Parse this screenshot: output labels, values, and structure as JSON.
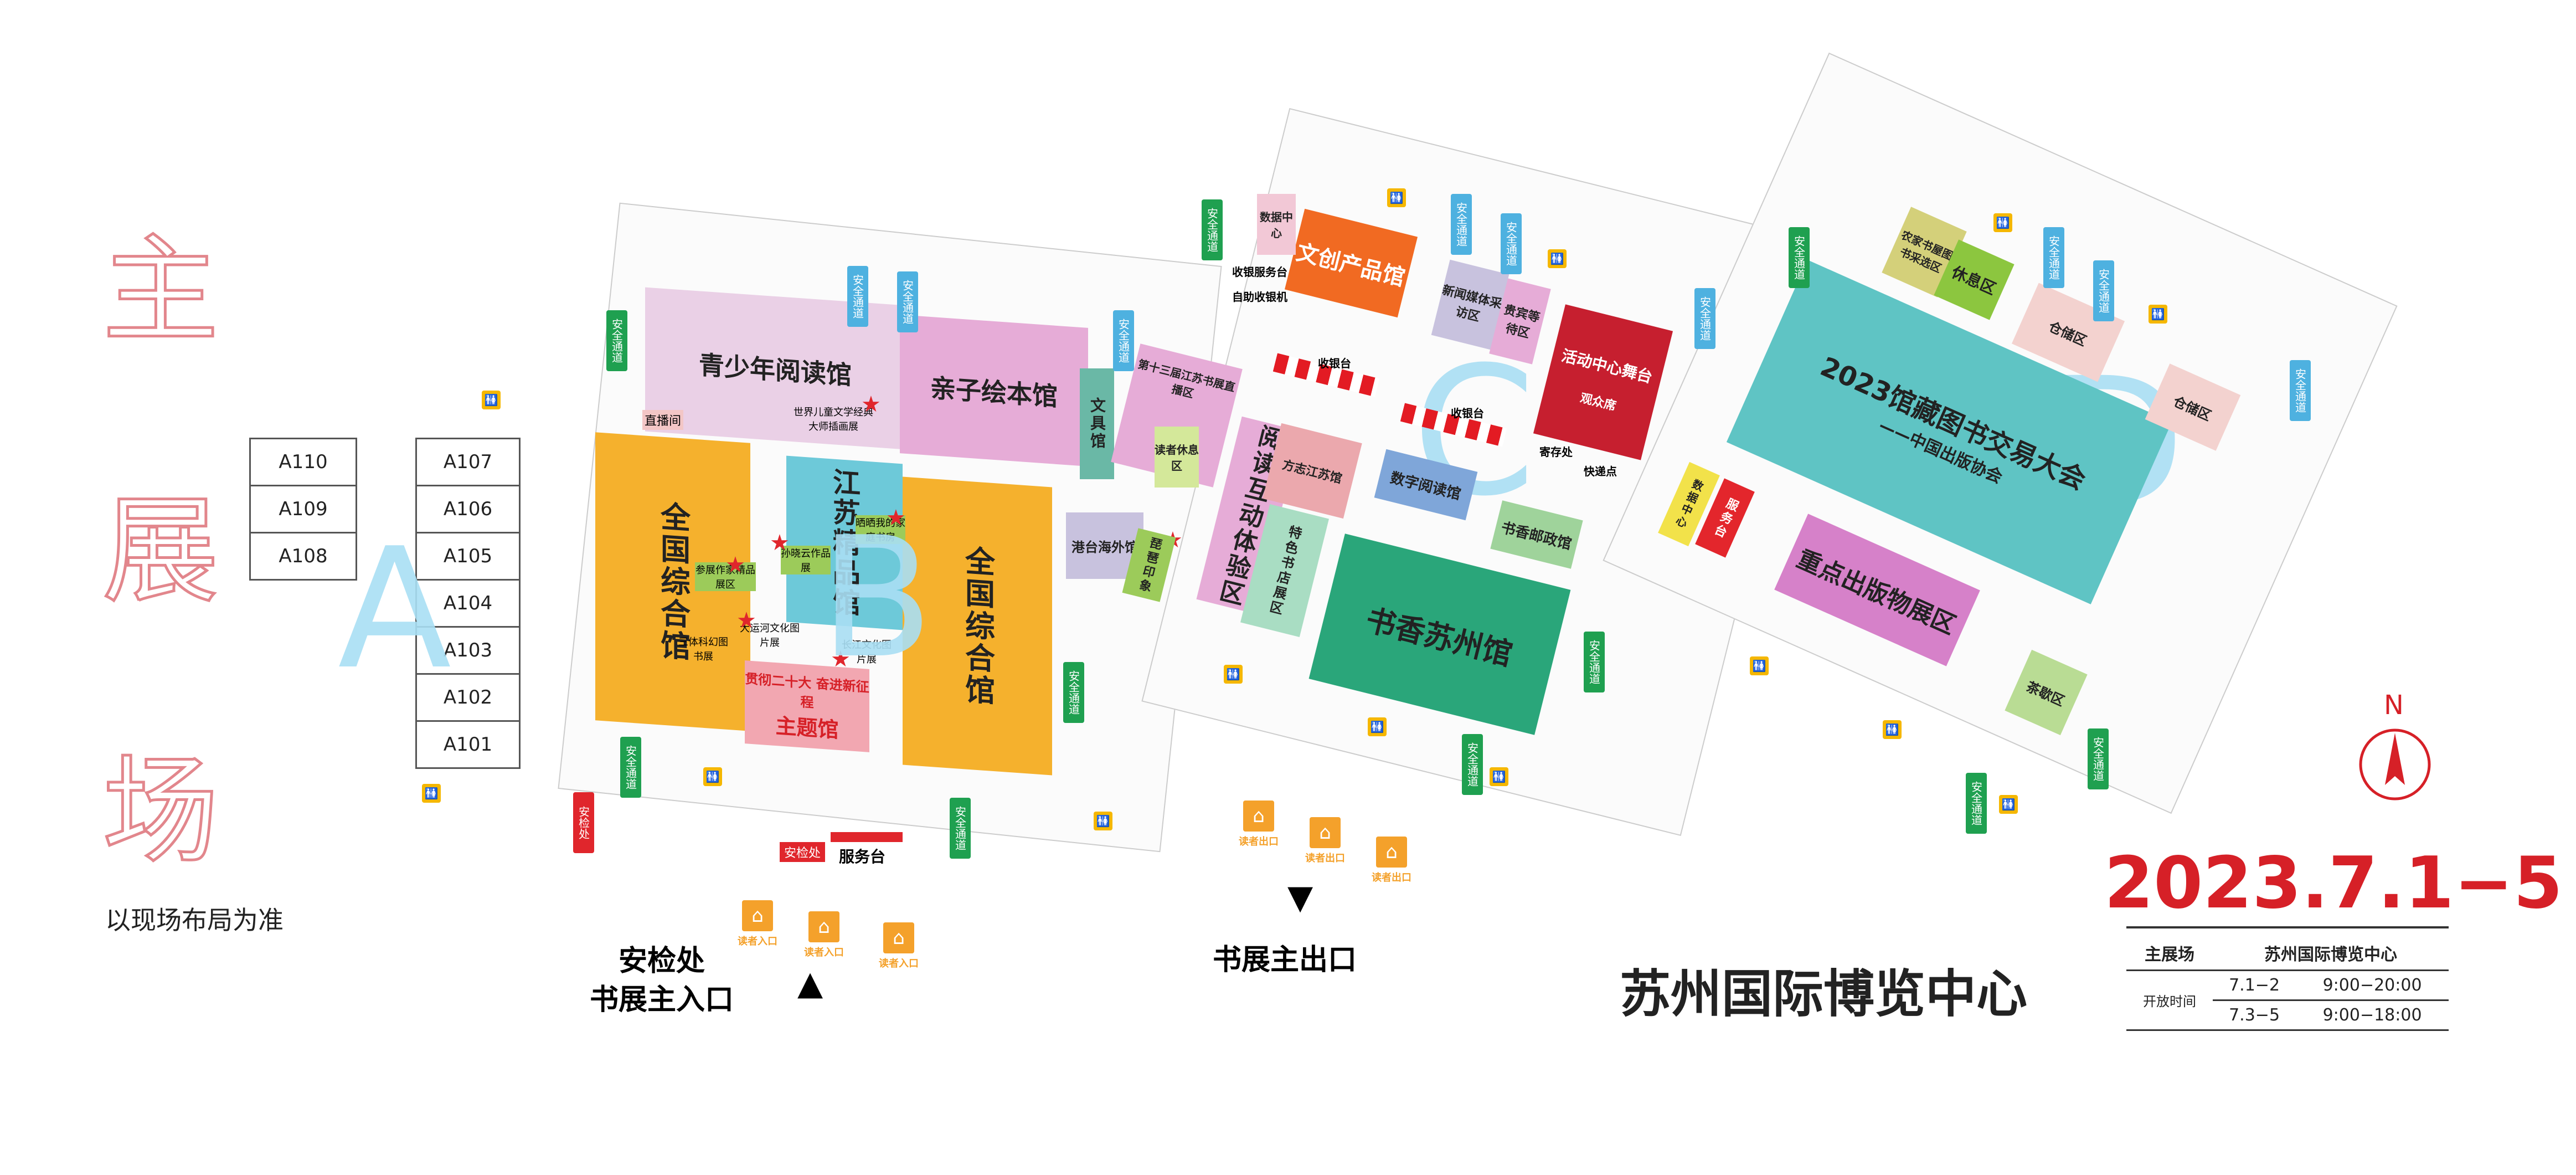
{
  "title": {
    "chars": [
      "主",
      "展",
      "场"
    ]
  },
  "note": "以现场布局为准",
  "a_booths_left": [
    "A110",
    "A109",
    "A108"
  ],
  "a_booths_right": [
    "A107",
    "A106",
    "A105",
    "A104",
    "A103",
    "A102",
    "A101"
  ],
  "zones": {
    "a": "A",
    "b": "B",
    "c": "C",
    "d": "D"
  },
  "halls": {
    "youth": "青少年阅读馆",
    "picture_book": "亲子绘本馆",
    "stationery": "文具馆",
    "national1": "全国综合馆",
    "jiangsu": "江苏精品馆",
    "national2": "全国综合馆",
    "theme_1": "贯彻二十大 奋进新征程",
    "theme_2": "主题馆",
    "hk_tw": "港台海外馆",
    "baidu": "琵琶印象",
    "jiangsu_book_live": "第十三届江苏书展直播区",
    "reader_rest": "读者休息区",
    "reading_interactive": "阅读互动体验区",
    "local_chronicle": "方志江苏馆",
    "feature_bookstore": "特色书店展区",
    "digital_reading": "数字阅读馆",
    "postal": "书香邮政馆",
    "suzhou": "书香苏州馆",
    "cultural_products": "文创产品馆",
    "data_center": "数据中心",
    "new_media": "新闻媒体采访区",
    "vip_room": "贵宾等待区",
    "stage": "活动中心舞台",
    "audience": "观众席",
    "storage_desk": "寄存处",
    "express": "快递点",
    "data_center2": "数据中心",
    "service_desk2": "服务台",
    "trade_fair_1": "2023馆藏图书交易大会",
    "trade_fair_2": "——中国出版协会",
    "key_publishers": "重点出版物展区",
    "farm_books": "农家书屋图书采选区",
    "rest_area": "休息区",
    "warehouse1": "仓储区",
    "warehouse2": "仓储区",
    "tea_area": "茶歇区"
  },
  "small_labels": {
    "live_room": "直播间",
    "world_children": "世界儿童文学经典大师插画展",
    "author_area": "参展作家精品展区",
    "sanzi": "三体科幻图书展",
    "grand_canal": "大运河文化图片展",
    "yangtze": "长江文化图片展",
    "sun_hai": "孙晓云作品展",
    "home_shelf": "晒晒我的家庭书房",
    "cashier_service": "收银服务台",
    "self_cashier": "自助收银机",
    "cashier1": "收银台",
    "cashier2": "收银台",
    "service_desk": "服务台",
    "security_check": "安检处"
  },
  "badges": {
    "safe_exit": "安全通道",
    "security": "安检处"
  },
  "entrance_label": "读者入口",
  "exit_label": "读者出口",
  "main_entrance": {
    "line1": "安检处",
    "line2": "书展主入口"
  },
  "main_exit": "书展主出口",
  "venue": "苏州国际博览中心",
  "date": "2023.7.1−5",
  "compass": "N",
  "schedule": {
    "header_left": "主展场",
    "header_right": "苏州国际博览中心",
    "label": "开放时间",
    "rows": [
      {
        "date": "7.1−2",
        "time": "9:00−20:00"
      },
      {
        "date": "7.3−5",
        "time": "9:00−18:00"
      }
    ]
  },
  "colors": {
    "youth": "#ead0e6",
    "national": "#f5b12d",
    "jiangsu": "#6dc9d9",
    "theme": "#f2a7b1",
    "suzhou": "#2aa67a",
    "trade": "#5fc4c4",
    "key": "#d681c9",
    "orange": "#f16a22",
    "stage": "#c61f2f",
    "green": "#9ccb5a"
  }
}
